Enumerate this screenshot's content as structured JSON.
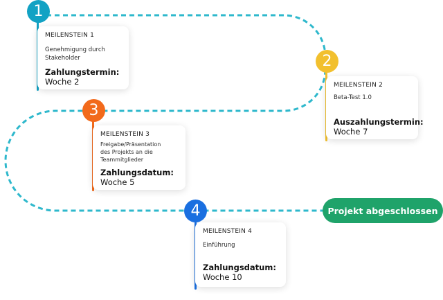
{
  "colors": {
    "path": "#2eb8cc",
    "m1": "#12a2c4",
    "m2": "#f2c02e",
    "m3": "#f26a1b",
    "m4": "#1a6fe0",
    "final": "#1fa36a"
  },
  "milestones": [
    {
      "number": "1",
      "title": "MEILENSTEIN 1",
      "desc_lines": [
        "Genehmigung durch",
        "Stakeholder"
      ],
      "label": "Zahlungstermin:",
      "value": "Woche 2"
    },
    {
      "number": "2",
      "title": "MEILENSTEIN 2",
      "desc_lines": [
        "Beta-Test 1.0"
      ],
      "label": "Auszahlungstermin:",
      "value": "Woche 7"
    },
    {
      "number": "3",
      "title": "MEILENSTEIN 3",
      "desc_lines": [
        "Freigabe/Präsentation",
        "des Projekts an die",
        "Teammitglieder"
      ],
      "label": "Zahlungsdatum:",
      "value": "Woche 5"
    },
    {
      "number": "4",
      "title": "MEILENSTEIN 4",
      "desc_lines": [
        "Einführung"
      ],
      "label": "Zahlungsdatum:",
      "value": "Woche 10"
    }
  ],
  "final": {
    "label": "Projekt abgeschlossen"
  }
}
